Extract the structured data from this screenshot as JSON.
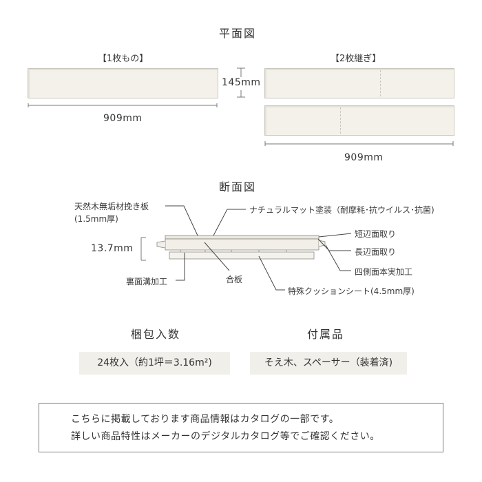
{
  "plan": {
    "title": "平面図",
    "single_label": "【1枚もの】",
    "joined_label": "【2枚継ぎ】",
    "width_dim": "145mm",
    "length_dim_single": "909mm",
    "length_dim_joined": "909mm"
  },
  "section": {
    "title": "断面図",
    "thickness_dim": "13.7mm",
    "callouts": {
      "top_material": "天然木無垢材挽き板",
      "top_material_note": "(1.5mm厚)",
      "finish": "ナチュラルマット塗装（耐摩耗･抗ウイルス･抗菌)",
      "short_edge": "短辺面取り",
      "long_edge": "長辺面取り",
      "tongue_groove": "四側面本実加工",
      "back_groove": "裏面溝加工",
      "plywood": "合板",
      "cushion": "特殊クッションシート(4.5mm厚)"
    }
  },
  "packing": {
    "heading": "梱包入数",
    "value": "24枚入（約1坪＝3.16m²)"
  },
  "accessories": {
    "heading": "付属品",
    "value": "そえ木、スペーサー（装着済)"
  },
  "note": {
    "line1": "こちらに掲載しております商品情報はカタログの一部です。",
    "line2": "詳しい商品特性はメーカーのデジタルカタログ等でご確認ください。"
  }
}
